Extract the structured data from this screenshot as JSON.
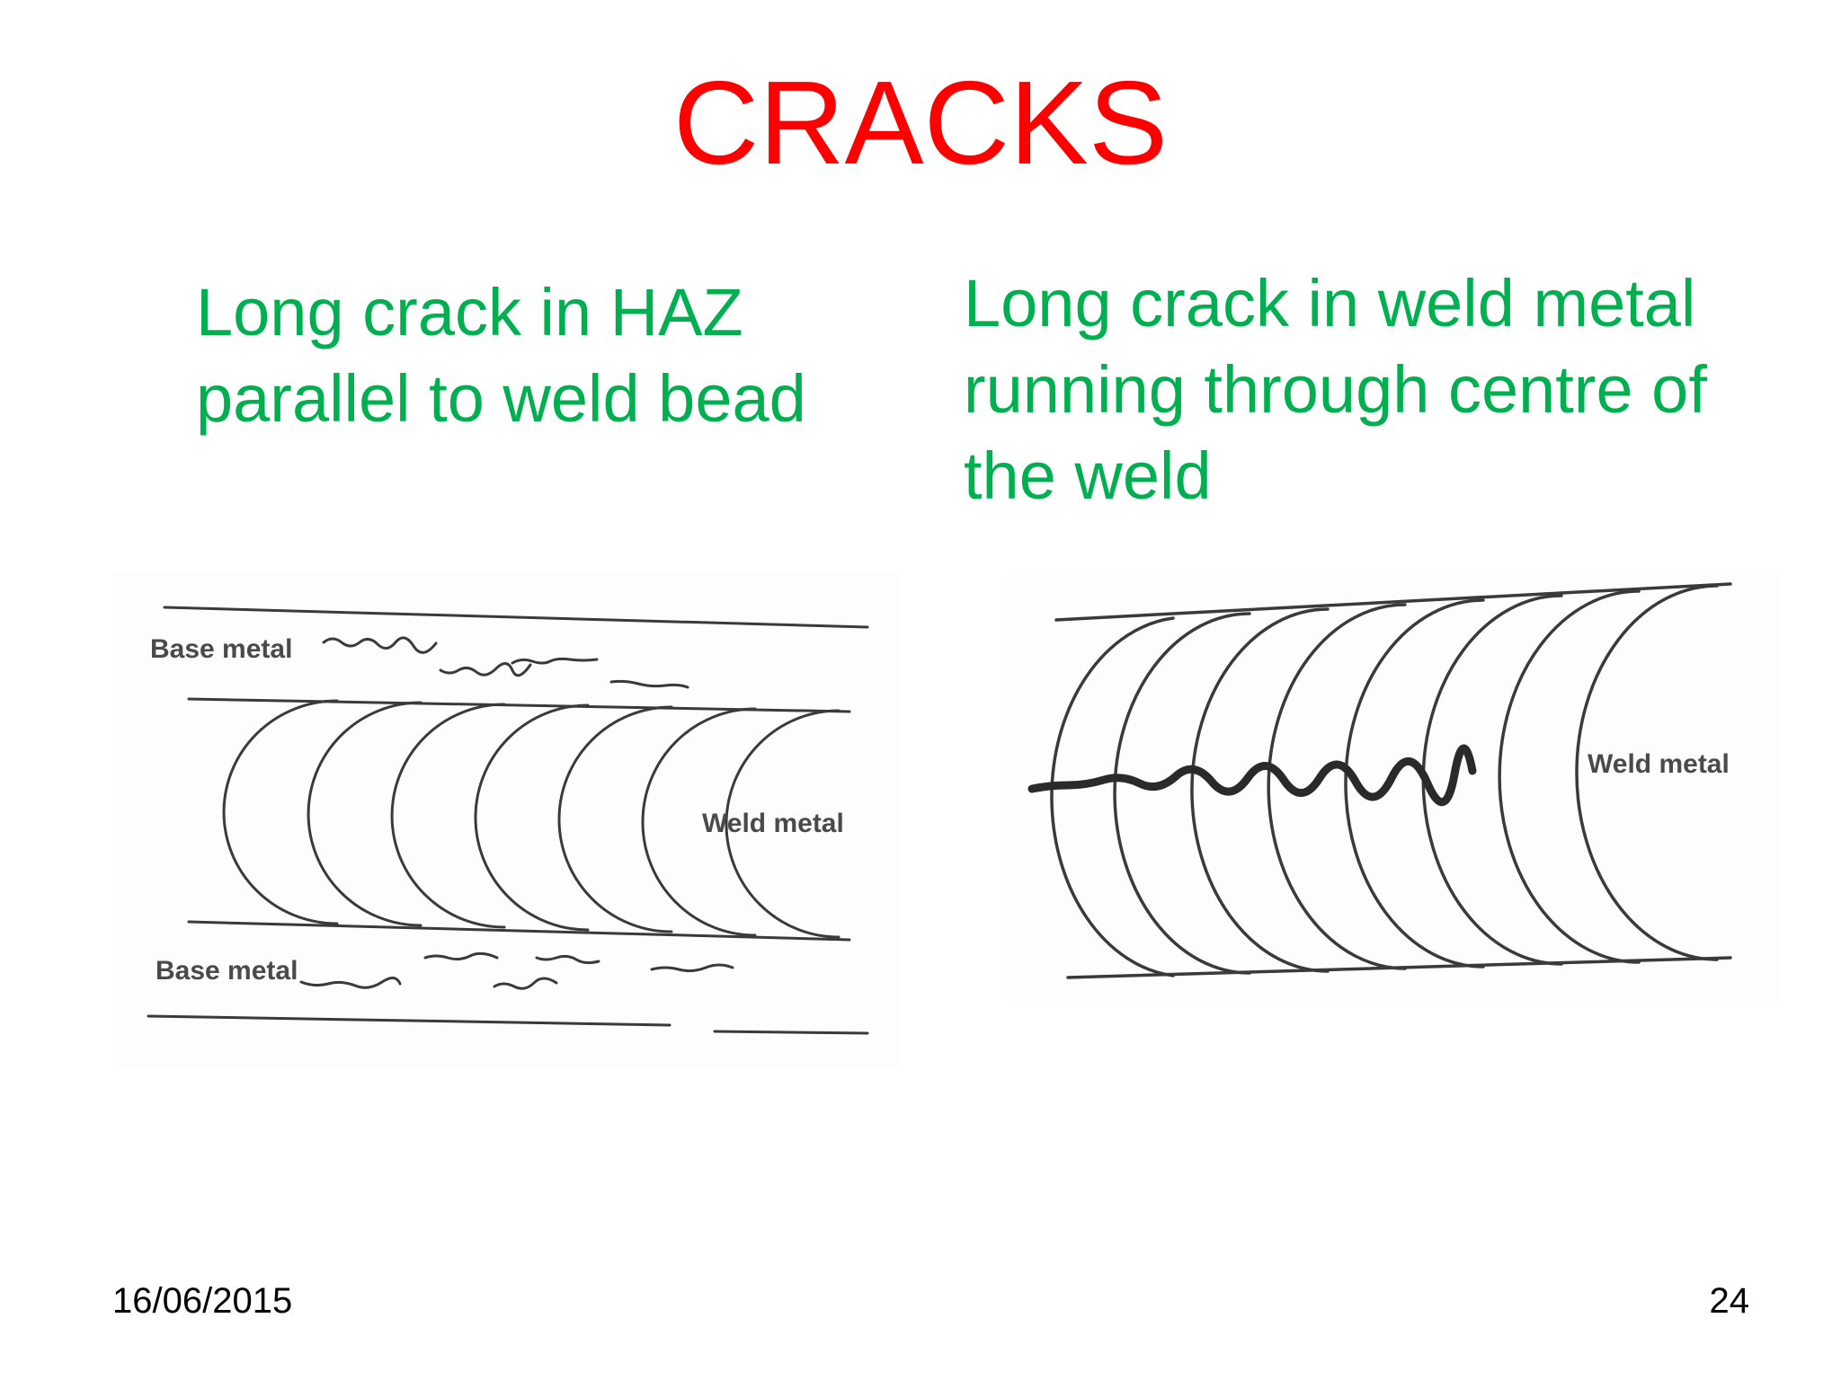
{
  "slide": {
    "title": "CRACKS",
    "title_color": "#ff0000",
    "caption_color": "#00b050",
    "left": {
      "caption_lines": [
        "Long crack in HAZ",
        "parallel to weld bead"
      ],
      "figure": {
        "label_base_top": "Base metal",
        "label_weld": "Weld metal",
        "label_base_bottom": "Base metal"
      }
    },
    "right": {
      "caption_lines": [
        "Long crack in weld metal",
        "running through centre of",
        "the weld"
      ],
      "figure": {
        "label_weld": "Weld metal"
      }
    },
    "footer": {
      "date": "16/06/2015",
      "page_number": "24"
    }
  }
}
